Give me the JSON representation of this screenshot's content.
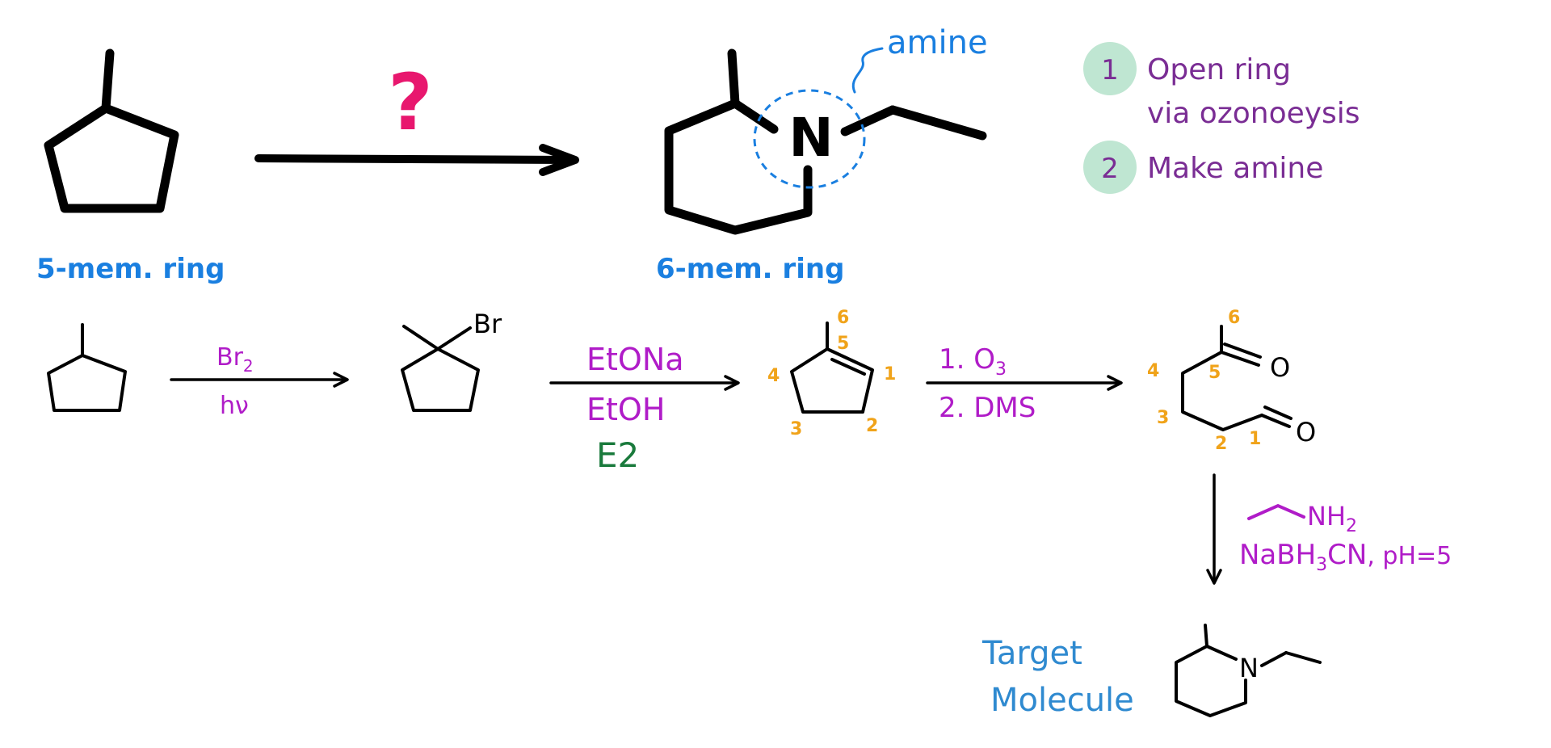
{
  "colors": {
    "blue": "#1a7fe0",
    "purple": "#7a2d94",
    "magenta": "#b01cc8",
    "pink": "#e8176e",
    "orange": "#f0a31a",
    "green": "#1a7a3c",
    "mint": "#bfe6d2",
    "target_blue": "#2f8ad0",
    "black": "#000000"
  },
  "overview": {
    "question": "?",
    "amine_label": "amine",
    "left_caption": "5-mem. ring",
    "right_caption": "6-mem. ring",
    "amine_atom": "N"
  },
  "steps": [
    {
      "number": "1",
      "line1": "Open ring",
      "line2": "via ozonoeysis"
    },
    {
      "number": "2",
      "line1": "Make amine",
      "line2": ""
    }
  ],
  "route": {
    "reagent1_top": "Br",
    "reagent1_top_sub": "2",
    "reagent1_bottom": "hν",
    "bromide_label": "Br",
    "reagent2_top": "EtONa",
    "reagent2_bottom": "EtOH",
    "mechanism": "E2",
    "reagent3_top": "1. O",
    "reagent3_top_sub": "3",
    "reagent3_bottom": "2. DMS",
    "alkene_numbers": {
      "c6": "6",
      "c5": "5",
      "c1": "1",
      "c4": "4",
      "c3": "3",
      "c2": "2"
    },
    "dicarbonyl_numbers": {
      "c6": "6",
      "c5": "5",
      "c4": "4",
      "c3": "3",
      "c2": "2",
      "c1": "1"
    },
    "oxygen_label": "O",
    "reagent4_amine": "NH",
    "reagent4_amine_sub": "2",
    "reagent4_reductant_a": "NaBH",
    "reagent4_reductant_sub": "3",
    "reagent4_reductant_b": "CN",
    "reagent4_ph": ", pH=5",
    "target_line1": "Target",
    "target_line2": "Molecule",
    "target_atom": "N"
  }
}
